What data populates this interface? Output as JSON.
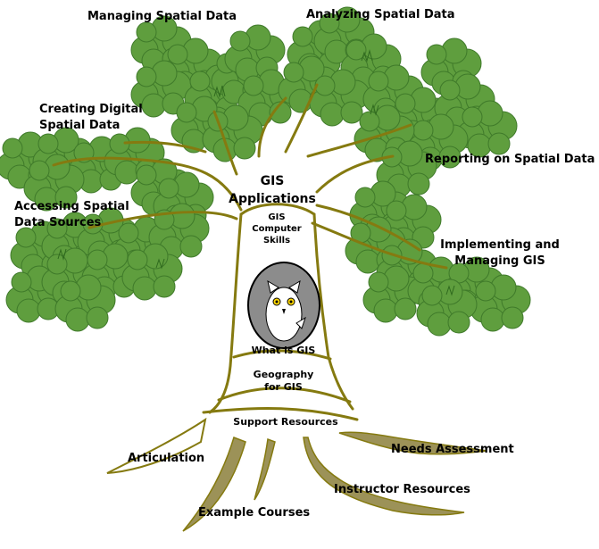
{
  "diagram": {
    "branches": {
      "managing": "Managing Spatial Data",
      "analyzing": "Analyzing Spatial Data",
      "creating_line1": "Creating Digital",
      "creating_line2": "Spatial Data",
      "reporting": "Reporting on Spatial Data",
      "accessing_line1": "Accessing Spatial",
      "accessing_line2": "Data Sources",
      "implementing_line1": "Implementing and",
      "implementing_line2": "Managing GIS"
    },
    "trunk": {
      "applications_line1": "GIS",
      "applications_line2": "Applications",
      "computer_line1": "GIS",
      "computer_line2": "Computer",
      "computer_line3": "Skills",
      "what_is": "What is GIS",
      "geography_line1": "Geography",
      "geography_line2": "for GIS",
      "support": "Support Resources"
    },
    "roots": {
      "articulation": "Articulation",
      "needs": "Needs Assessment",
      "instructor": "Instructor Resources",
      "example": "Example Courses"
    }
  },
  "colors": {
    "foliage": "#5f9e3e",
    "foliage_dark": "#3f7a2a",
    "trunk_line": "#857a10",
    "root_fill": "#9c9258",
    "owl_bg": "#8c8c8c"
  }
}
